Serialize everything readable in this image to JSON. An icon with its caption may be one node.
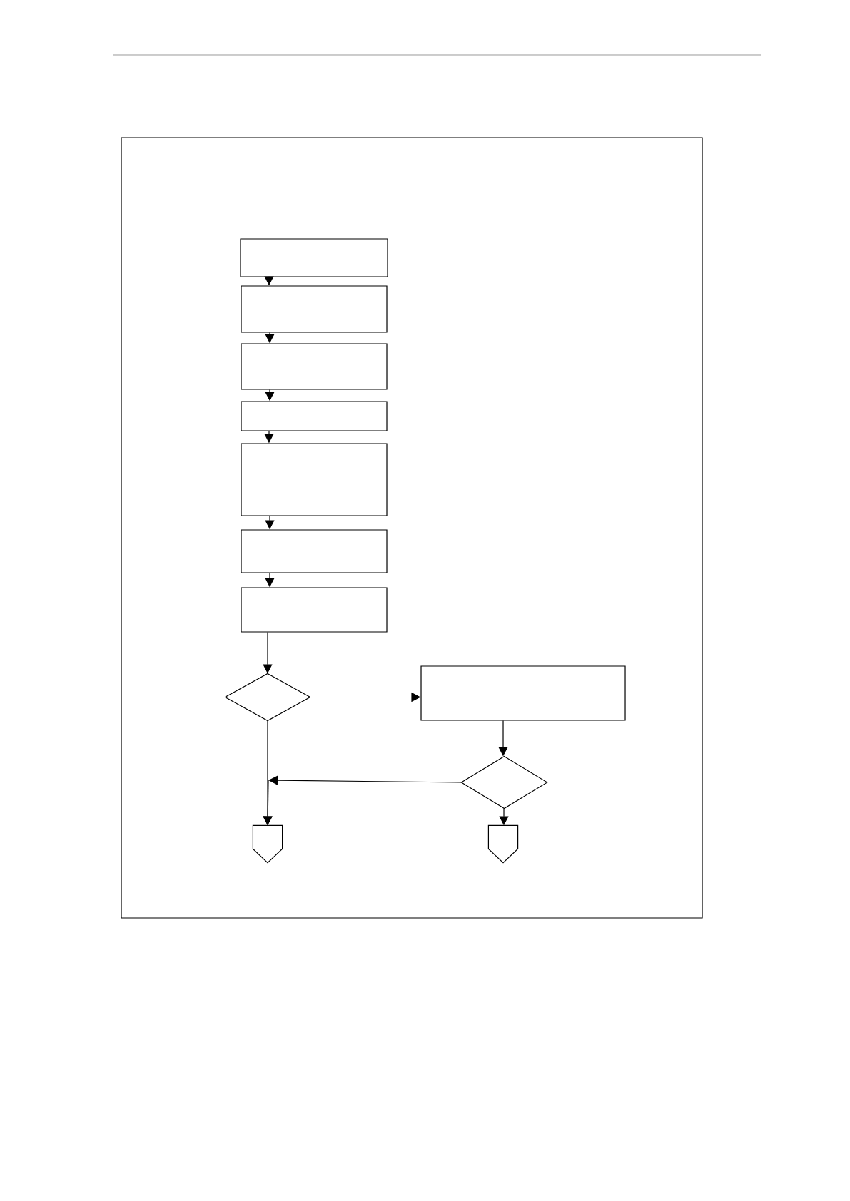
{
  "diagram": {
    "nodes": [
      {
        "text": [],
        "shape": "box"
      },
      {
        "text": [],
        "shape": "box"
      },
      {
        "text": [],
        "shape": "box"
      },
      {
        "text": [],
        "shape": "box"
      },
      {
        "text": [],
        "shape": "box"
      },
      {
        "text": [],
        "shape": "box"
      },
      {
        "text": [],
        "shape": "box"
      },
      {
        "text": [],
        "shape": "diamond"
      },
      {
        "text": [],
        "shape": "box"
      },
      {
        "text": [],
        "shape": "diamond"
      },
      {
        "text": [],
        "shape": "pentagon"
      },
      {
        "text": [],
        "shape": "pentagon"
      }
    ],
    "edges": [
      {
        "from": 0,
        "to": 1,
        "arrow": "to"
      },
      {
        "from": 1,
        "to": 2,
        "arrow": "to"
      },
      {
        "from": 2,
        "to": 3,
        "arrow": "to"
      },
      {
        "from": 3,
        "to": 4,
        "arrow": "to"
      },
      {
        "from": 4,
        "to": 5,
        "arrow": "to"
      },
      {
        "from": 5,
        "to": 6,
        "arrow": "to"
      },
      {
        "from": 6,
        "to": 7,
        "arrow": "to"
      },
      {
        "from": 7,
        "to": 8,
        "arrow": "to"
      },
      {
        "from": 7,
        "to": 10,
        "arrow": "to"
      },
      {
        "from": 8,
        "to": 9,
        "arrow": "to"
      },
      {
        "from": 9,
        "to": 11,
        "arrow": "to"
      },
      {
        "from": 9,
        "to": 10,
        "arrow": "to"
      }
    ]
  }
}
